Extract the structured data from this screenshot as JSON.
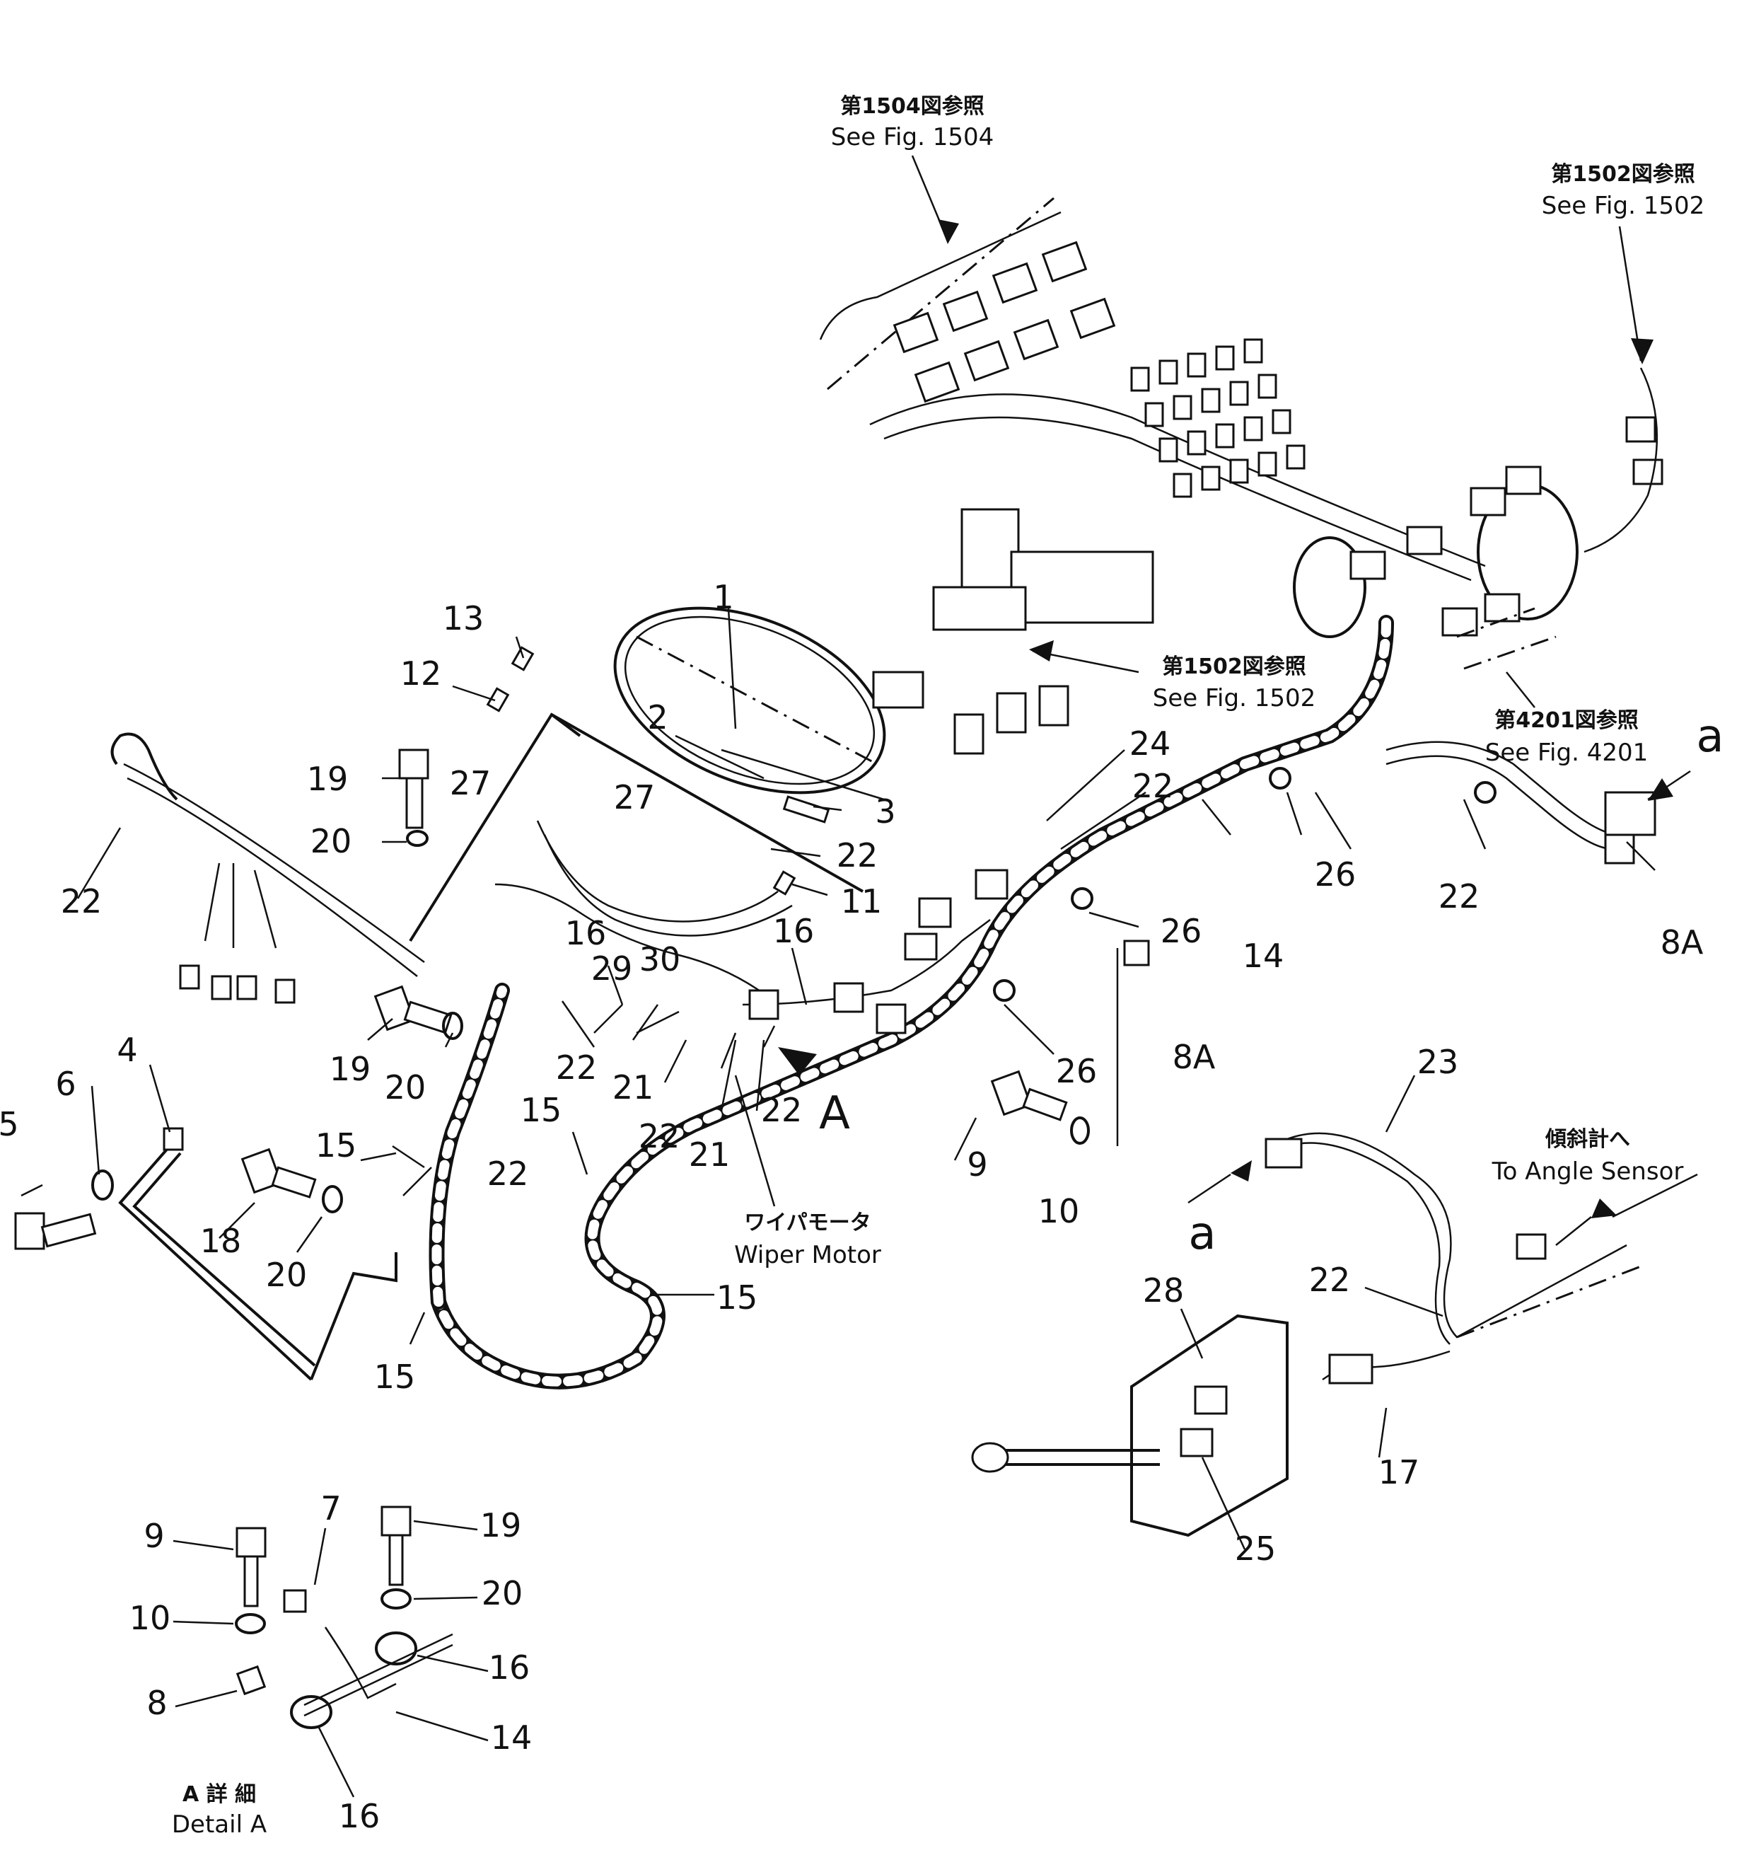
{
  "references": {
    "fig1504": {
      "jp": "第1504図参照",
      "en": "See Fig. 1504"
    },
    "fig1502_top": {
      "jp": "第1502図参照",
      "en": "See Fig. 1502"
    },
    "fig1502_mid": {
      "jp": "第1502図参照",
      "en": "See Fig. 1502"
    },
    "fig4201": {
      "jp": "第4201図参照",
      "en": "See Fig. 4201"
    }
  },
  "notes": {
    "wiper_motor": {
      "jp": "ワイパモータ",
      "en": "Wiper Motor"
    },
    "angle_sensor": {
      "jp": "傾斜計へ",
      "en": "To Angle Sensor"
    },
    "detail_a": {
      "jp": "A 詳 細",
      "en": "Detail A"
    }
  },
  "markers": {
    "a_top": "a",
    "a_bottom": "a",
    "view_a": "A"
  },
  "callouts": {
    "c1": "1",
    "c2": "2",
    "c3": "3",
    "c4": "4",
    "c5": "5",
    "c6": "6",
    "c8a_1": "8A",
    "c8a_2": "8A",
    "c9": "9",
    "c10": "10",
    "c11": "11",
    "c12": "12",
    "c13": "13",
    "c14": "14",
    "c15_1": "15",
    "c15_2": "15",
    "c15_3": "15",
    "c15_4": "15",
    "c16_1": "16",
    "c16_2": "16",
    "c17": "17",
    "c18": "18",
    "c19_1": "19",
    "c19_2": "19",
    "c20_1": "20",
    "c20_2": "20",
    "c20_3": "20",
    "c21_1": "21",
    "c21_2": "21",
    "c22_1": "22",
    "c22_2": "22",
    "c22_3": "22",
    "c22_4": "22",
    "c22_5": "22",
    "c22_6": "22",
    "c22_7": "22",
    "c22_8": "22",
    "c22_9": "22",
    "c23": "23",
    "c24": "24",
    "c25": "25",
    "c26_1": "26",
    "c26_2": "26",
    "c26_3": "26",
    "c27_1": "27",
    "c27_2": "27",
    "c28": "28",
    "c29": "29",
    "c30": "30"
  },
  "detail_callouts": {
    "d7": "7",
    "d8": "8",
    "d9": "9",
    "d10": "10",
    "d14": "14",
    "d16_1": "16",
    "d16_2": "16",
    "d19": "19",
    "d20": "20"
  }
}
